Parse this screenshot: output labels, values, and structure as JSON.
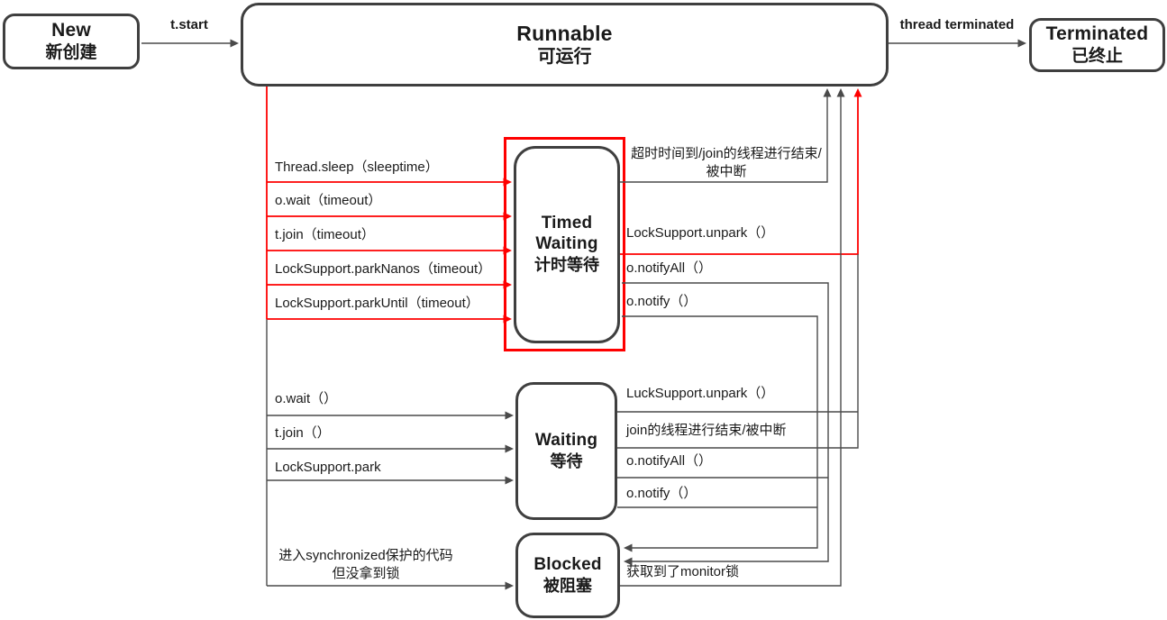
{
  "diagram_title": "Java thread state transitions",
  "colors": {
    "box_border": "#3f3f3f",
    "line": "#4a4a4a",
    "accent_red": "#fe0000",
    "text": "#1a1a1a",
    "background": "#ffffff"
  },
  "states": {
    "new": {
      "en": "New",
      "zh": "新创建"
    },
    "runnable": {
      "en": "Runnable",
      "zh": "可运行"
    },
    "terminated": {
      "en": "Terminated",
      "zh": "已终止"
    },
    "timed_waiting": {
      "en": "Timed Waiting",
      "zh": "计时等待"
    },
    "waiting": {
      "en": "Waiting",
      "zh": "等待"
    },
    "blocked": {
      "en": "Blocked",
      "zh": "被阻塞"
    }
  },
  "transitions": {
    "new_to_runnable": "t.start",
    "runnable_to_terminated": "thread terminated",
    "to_timed_waiting": [
      "Thread.sleep（sleeptime）",
      "o.wait（timeout）",
      "t.join（timeout）",
      "LockSupport.parkNanos（timeout）",
      "LockSupport.parkUntil（timeout）"
    ],
    "timed_waiting_to_runnable_line1": "超时时间到/join的线程进行结束/",
    "timed_waiting_to_runnable_line2": "被中断",
    "timed_waiting_unpark": "LockSupport.unpark（）",
    "timed_waiting_notify_all": "o.notifyAll（）",
    "timed_waiting_notify": "o.notify（）",
    "to_waiting": [
      "o.wait（）",
      "t.join（）",
      "LockSupport.park"
    ],
    "waiting_unpark": "LuckSupport.unpark（）",
    "waiting_join_end": "join的线程进行结束/被中断",
    "waiting_notify_all": "o.notifyAll（）",
    "waiting_notify": "o.notify（）",
    "to_blocked_line1": "进入synchronized保护的代码",
    "to_blocked_line2": "但没拿到锁",
    "blocked_to_runnable": "获取到了monitor锁"
  }
}
